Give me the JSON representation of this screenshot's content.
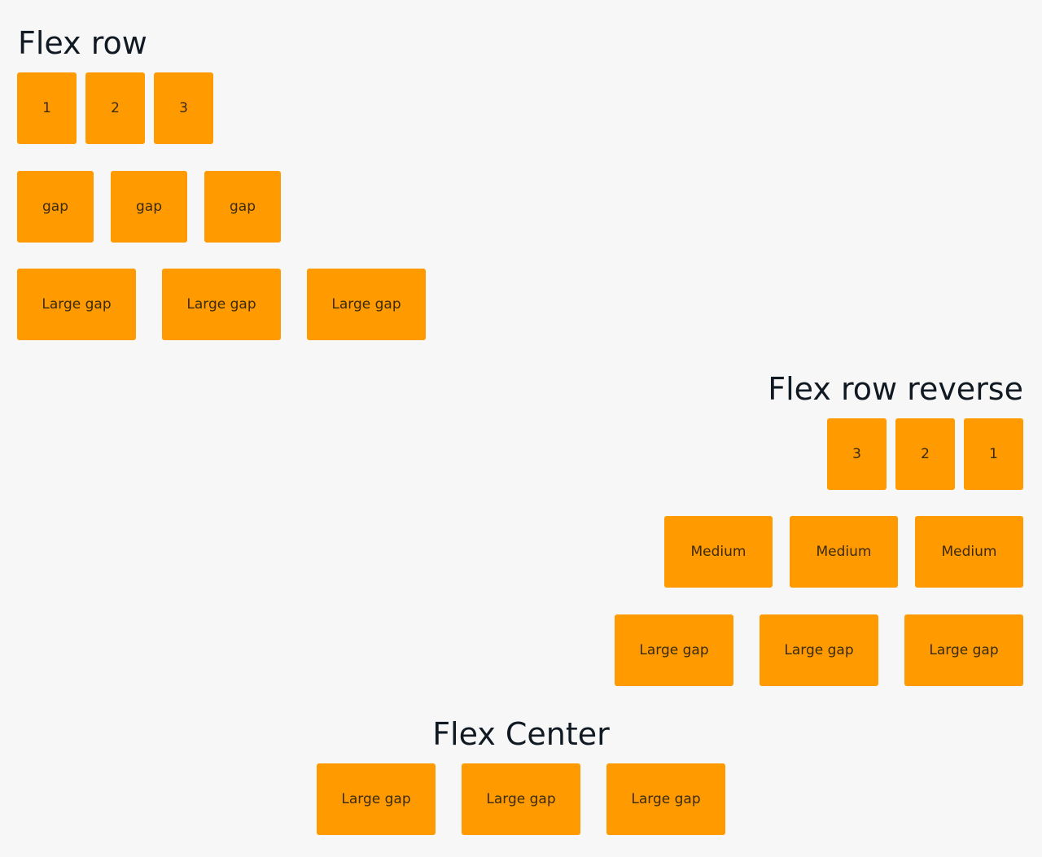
{
  "flex_row": {
    "title": "Flex row",
    "basic_items": [
      "1",
      "2",
      "3"
    ],
    "gap_items": [
      "gap",
      "gap",
      "gap"
    ],
    "large_gap_items": [
      "Large gap",
      "Large gap",
      "Large gap"
    ]
  },
  "flex_row_reverse": {
    "title": "Flex row reverse",
    "basic_items": [
      "3",
      "2",
      "1"
    ],
    "medium_items": [
      "Medium",
      "Medium",
      "Medium"
    ],
    "large_gap_items": [
      "Large gap",
      "Large gap",
      "Large gap"
    ]
  },
  "flex_center": {
    "title": "Flex Center",
    "large_gap_items": [
      "Large gap",
      "Large gap",
      "Large gap"
    ]
  },
  "colors": {
    "background": "#f7f7f7",
    "box": "#ff9a00",
    "title": "#111a22"
  }
}
